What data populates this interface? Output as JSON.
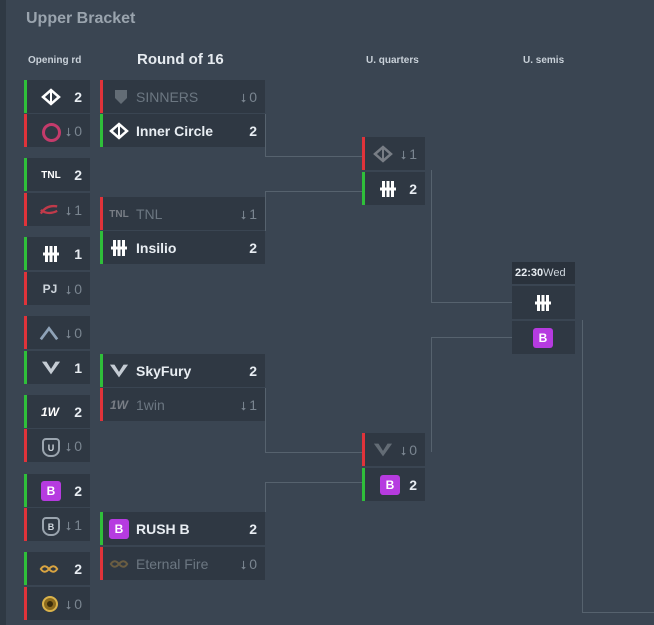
{
  "title": "Upper Bracket",
  "columns": {
    "opening": "Opening rd",
    "r16": "Round of 16",
    "qf": "U. quarters",
    "sf": "U. semis"
  },
  "opening_round": [
    {
      "top": {
        "logo": "inner-circle-logo",
        "score": "2",
        "result": "win"
      },
      "bottom": {
        "logo": "red-ring-logo",
        "score": "0",
        "result": "lose"
      }
    },
    {
      "top": {
        "logo": "tnl-logo",
        "score": "2",
        "result": "win"
      },
      "bottom": {
        "logo": "red-swirl-logo",
        "score": "1",
        "result": "lose"
      }
    },
    {
      "top": {
        "logo": "insilio-logo",
        "score": "1",
        "result": "win"
      },
      "bottom": {
        "logo": "pj-logo",
        "score": "0",
        "result": "lose"
      }
    },
    {
      "top": {
        "logo": "arch-logo",
        "score": "0",
        "result": "lose"
      },
      "bottom": {
        "logo": "skyfury-logo",
        "score": "1",
        "result": "win"
      }
    },
    {
      "top": {
        "logo": "1win-logo",
        "score": "2",
        "result": "win"
      },
      "bottom": {
        "logo": "u-shield-logo",
        "score": "0",
        "result": "lose"
      }
    },
    {
      "top": {
        "logo": "rushb-logo",
        "score": "2",
        "result": "win"
      },
      "bottom": {
        "logo": "b-shield-logo",
        "score": "1",
        "result": "lose"
      }
    },
    {
      "top": {
        "logo": "eternal-fire-logo",
        "score": "2",
        "result": "win"
      },
      "bottom": {
        "logo": "gold-crest-logo",
        "score": "0",
        "result": "lose"
      }
    }
  ],
  "round_of_16": [
    {
      "top": {
        "name": "SINNERS",
        "score": "0",
        "result": "lose"
      },
      "bottom": {
        "name": "Inner Circle",
        "score": "2",
        "result": "win"
      }
    },
    {
      "top": {
        "name": "TNL",
        "score": "1",
        "result": "lose"
      },
      "bottom": {
        "name": "Insilio",
        "score": "2",
        "result": "win"
      }
    },
    {
      "top": {
        "name": "SkyFury",
        "score": "2",
        "result": "win"
      },
      "bottom": {
        "name": "1win",
        "score": "1",
        "result": "lose"
      }
    },
    {
      "top": {
        "name": "RUSH B",
        "score": "2",
        "result": "win"
      },
      "bottom": {
        "name": "Eternal Fire",
        "score": "0",
        "result": "lose"
      }
    }
  ],
  "quarters": [
    {
      "top": {
        "logo": "inner-circle-logo",
        "score": "1",
        "result": "lose"
      },
      "bottom": {
        "logo": "insilio-logo",
        "score": "2",
        "result": "win"
      }
    },
    {
      "top": {
        "logo": "skyfury-logo",
        "score": "0",
        "result": "lose"
      },
      "bottom": {
        "logo": "rushb-logo",
        "score": "2",
        "result": "win"
      }
    }
  ],
  "semis": {
    "time": "22:30",
    "day": "Wed",
    "top": {
      "logo": "insilio-logo"
    },
    "bottom": {
      "logo": "rushb-logo"
    }
  },
  "colors": {
    "win": "#2fbf3a",
    "lose": "#e0333a",
    "background": "#3a4552",
    "cell": "#2f3843",
    "rushb": "#b63be0"
  }
}
